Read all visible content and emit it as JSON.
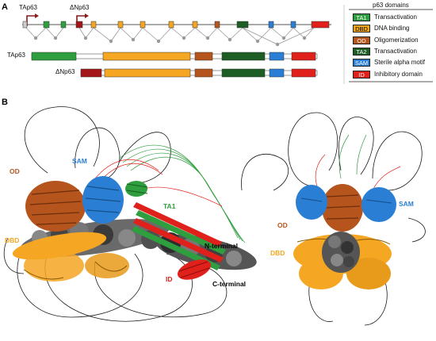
{
  "panel_a": {
    "label": "A",
    "promoter_ta": "TAp63",
    "promoter_dn": "ΔNp63",
    "isoform_ta": "TAp63",
    "isoform_dn": "ΔNp63"
  },
  "legend": {
    "title": "p63 domains",
    "items": [
      {
        "abbr": "TA1",
        "name": "Transactivation",
        "color": "#2e9e3e",
        "text_color": "#ffffff"
      },
      {
        "abbr": "DBD",
        "name": "DNA binding",
        "color": "#f5a623",
        "text_color": "#000000"
      },
      {
        "abbr": "OD",
        "name": "Oligomerization",
        "color": "#b5541c",
        "text_color": "#ffffff"
      },
      {
        "abbr": "TA2",
        "name": "Transactivation",
        "color": "#1d5e24",
        "text_color": "#ffffff"
      },
      {
        "abbr": "SAM",
        "name": "Sterile alpha motif",
        "color": "#2a7fd4",
        "text_color": "#ffffff"
      },
      {
        "abbr": "ID",
        "name": "Inhibitory domain",
        "color": "#e0201b",
        "text_color": "#ffffff"
      }
    ]
  },
  "panel_b": {
    "label": "B",
    "left": {
      "od": "OD",
      "sam": "SAM",
      "ta1": "TA1",
      "dbd": "DBD",
      "id": "ID",
      "n_terminal": "N-terminal",
      "c_terminal": "C-terminal"
    },
    "right": {
      "od": "OD",
      "sam": "SAM",
      "dbd": "DBD"
    }
  },
  "colors": {
    "ta1": "#2e9e3e",
    "dbd": "#f5a623",
    "od": "#b5541c",
    "ta2": "#1d5e24",
    "sam": "#2a7fd4",
    "id": "#e0201b",
    "dn_exon": "#a3171a",
    "exon_gray": "#cccccc"
  }
}
